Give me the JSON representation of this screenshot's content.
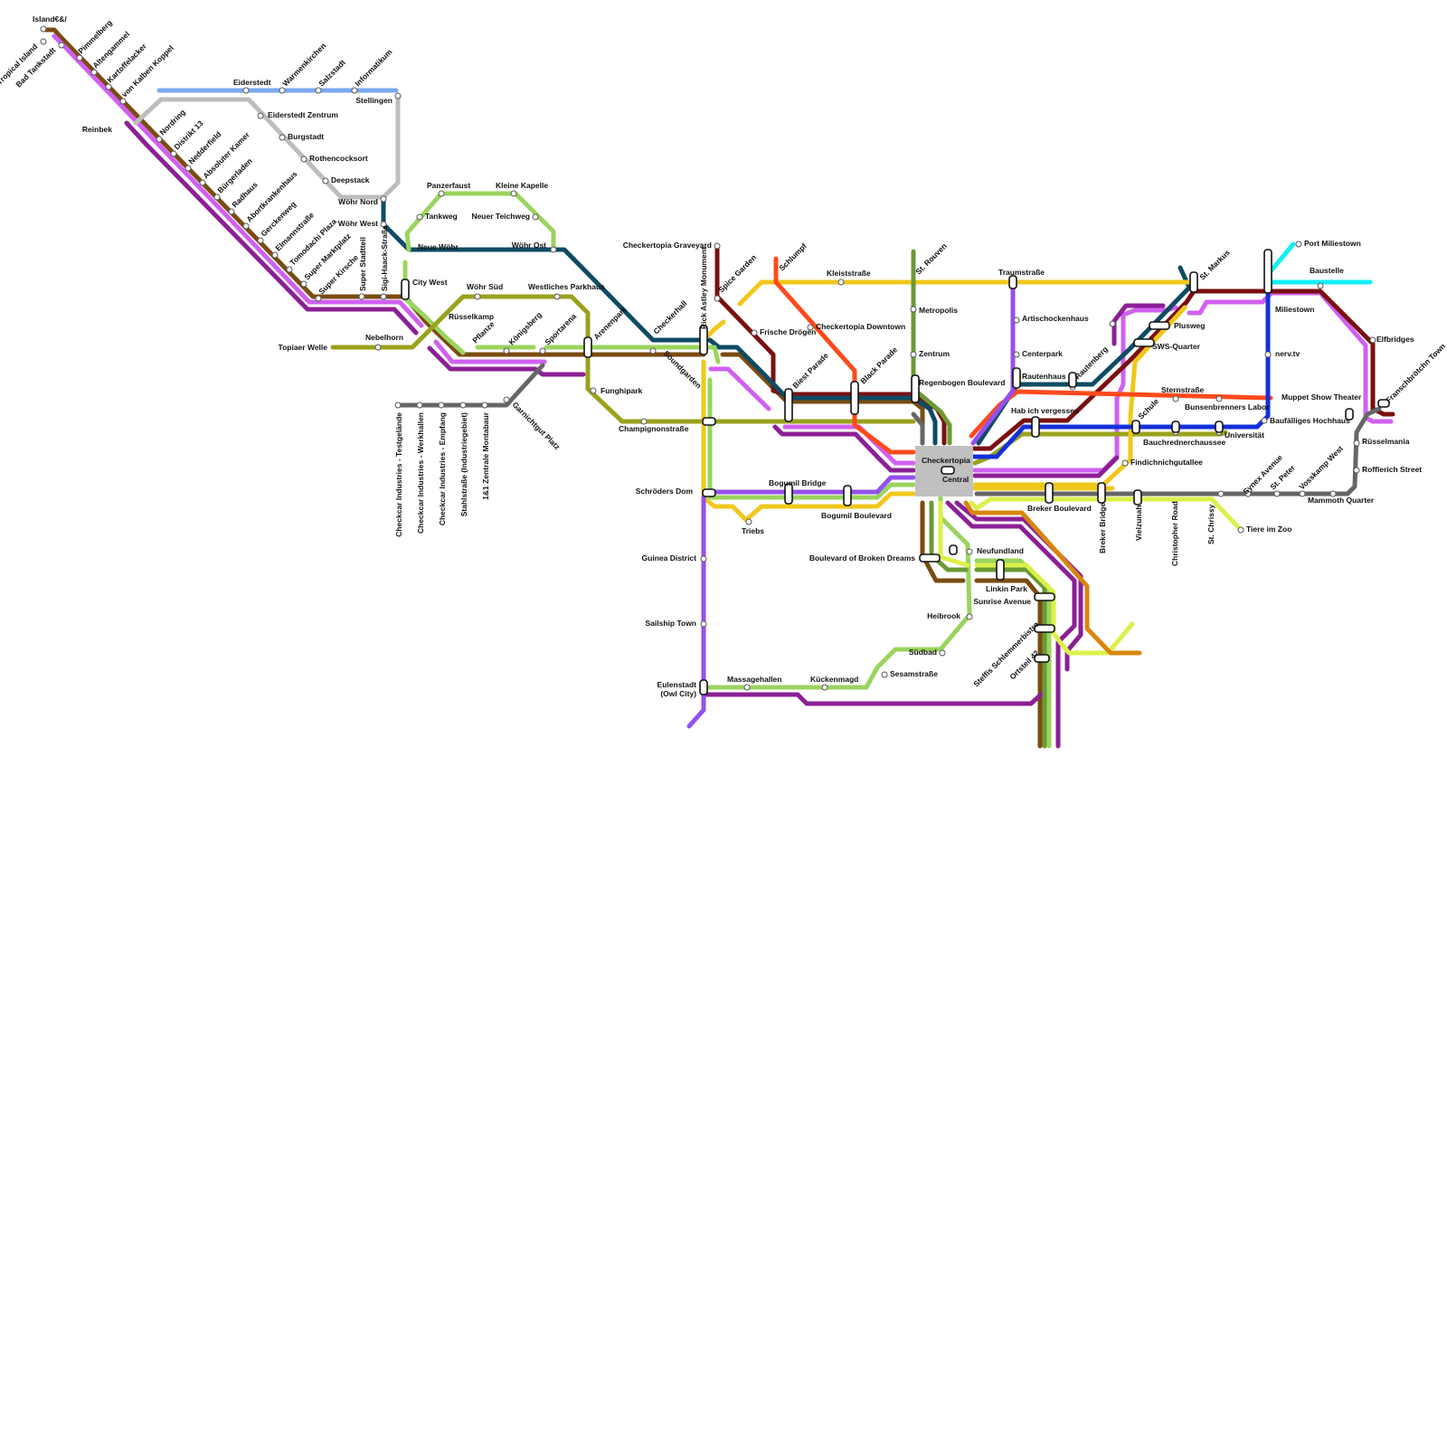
{
  "map": {
    "central_hub": {
      "label_1": "Checkertopia",
      "label_2": "Central"
    },
    "lines": [
      {
        "id": "brown",
        "color": "#7a4b12"
      },
      {
        "id": "magenta",
        "color": "#d160f0"
      },
      {
        "id": "purple",
        "color": "#8b1f95"
      },
      {
        "id": "darkred",
        "color": "#7a1010"
      },
      {
        "id": "lightblue",
        "color": "#7aa8f0"
      },
      {
        "id": "grey",
        "color": "#bdbdbd"
      },
      {
        "id": "petrol",
        "color": "#0e4b63"
      },
      {
        "id": "lightgreen",
        "color": "#9ad45e"
      },
      {
        "id": "olive",
        "color": "#9aa21c"
      },
      {
        "id": "darkgrey",
        "color": "#666666"
      },
      {
        "id": "yellow",
        "color": "#f0c81c"
      },
      {
        "id": "orange",
        "color": "#ff4a1c"
      },
      {
        "id": "violet",
        "color": "#9450ee"
      },
      {
        "id": "green",
        "color": "#6a9a34"
      },
      {
        "id": "blue",
        "color": "#1230dc"
      },
      {
        "id": "cyan",
        "color": "#11f0f4"
      },
      {
        "id": "lime",
        "color": "#dcf04a"
      },
      {
        "id": "amber",
        "color": "#d8860e"
      }
    ],
    "stations": [
      "Island€&/",
      "Tropical Island",
      "Bad Tankstadt",
      "Pimmelberg",
      "Altengammel",
      "Kartoffelacker",
      "von Kalben Koppel",
      "Reinbek",
      "Nordring",
      "Distrikt 13",
      "Nedderfield",
      "Absoluter Kamer",
      "Bürgerladen",
      "Radhaus",
      "Abortkrankenhaus",
      "Gerckenweg",
      "Elmannstraße",
      "Tomodachi Plaza",
      "Super Marktplatz",
      "Super Kirsche",
      "Super Stadtteil",
      "Sigi-Haack-Straße",
      "Eiderstedt",
      "Warmenkirchen",
      "Salzstadt",
      "Informatikum",
      "Stellingen",
      "Eiderstedt Zentrum",
      "Burgstadt",
      "Rothencocksort",
      "Deepstack",
      "Wöhr Nord",
      "Wöhr West",
      "Neue Wöhr",
      "Panzerfaust",
      "Kleine Kapelle",
      "Tankweg",
      "Neuer Teichweg",
      "Wöhr Ost",
      "City West",
      "Rüsselkamp",
      "Pflanze",
      "Wöhr Süd",
      "Westliches Parkhaus",
      "Königsberg",
      "Sportarena",
      "Arenenpark",
      "Nebelhorn",
      "Topiaer Welle",
      "Funghipark",
      "Champignonstraße",
      "Checkerhall",
      "Rick Astley Monument",
      "Checkertopia Graveyard",
      "Spice Garden",
      "Schlumpf",
      "Frische Drögen",
      "Checkertopia Downtown",
      "Kleiststraße",
      "St. Rouven",
      "Metropolis",
      "Zentrum",
      "Regenbogen Boulevard",
      "Biest Parade",
      "Black Parade",
      "Soundgarden",
      "Checkcar Industries - Testgelände",
      "Checkcar Industries - Werkhallen",
      "Checkcar Industries - Empfang",
      "Stahlstraße (Industriegebiet)",
      "1&1 Zentrale Montabaur",
      "Garnichtgut Platz",
      "Schröders Dom",
      "Bogumil Bridge",
      "Bogumil Boulevard",
      "Triebs",
      "Guinea District",
      "Sailship Town",
      "Eulenstadt\n(Owl City)",
      "Massagehallen",
      "Kückenmagd",
      "Sesamstraße",
      "Südbad",
      "Heibrook",
      "Neufundland",
      "Boulevard of Broken Dreams",
      "Linkin Park",
      "Sunrise Avenue",
      "Steffis Schlemmerbistro",
      "Ortsteil 42",
      "Traumstraße",
      "Artischockenhaus",
      "Centerpark",
      "Rautenhaus",
      "Rautenberg",
      "Hab ich vergessen",
      "St. Markus",
      "Plusweg",
      "SWS-Quarter",
      "Schule",
      "Sternstraße",
      "Bunsenbrenners Labor",
      "Muppet Show Theater",
      "Baufälliges Hochhaus",
      "Bauchrednerchaussee",
      "Universität",
      "Findichnichgutallee",
      "Breker Boulevard",
      "Breker Bridge",
      "Vielzunah",
      "Christopher Road",
      "St. Chrissy",
      "Tiere im Zoo",
      "Synex Avenue",
      "St. Peter",
      "Vosskamp West",
      "Mammoth Quarter",
      "Rofflerich Street",
      "Rüsselmania",
      "Franschbrötchn Town",
      "Elfbridges",
      "Port Miliestown",
      "Baustelle",
      "Miliestown",
      "nerv.tv"
    ]
  }
}
